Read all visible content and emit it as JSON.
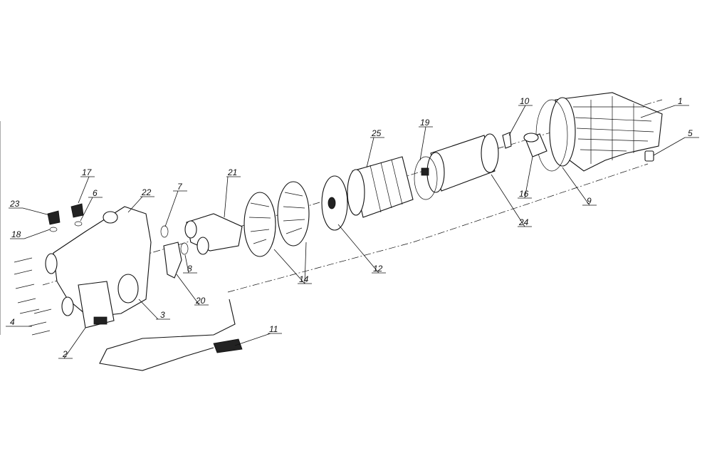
{
  "diagram": {
    "type": "exploded-view",
    "part_labels": {
      "p1": "1",
      "p2": "2",
      "p3": "3",
      "p4": "4",
      "p5": "5",
      "p6": "6",
      "p7": "7",
      "p8": "8",
      "p9": "9",
      "p10": "10",
      "p11": "11",
      "p12": "12",
      "p14": "14",
      "p16": "16",
      "p17": "17",
      "p18": "18",
      "p19": "19",
      "p20": "20",
      "p21": "21",
      "p22": "22",
      "p23": "23",
      "p24": "24",
      "p25": "25"
    }
  }
}
